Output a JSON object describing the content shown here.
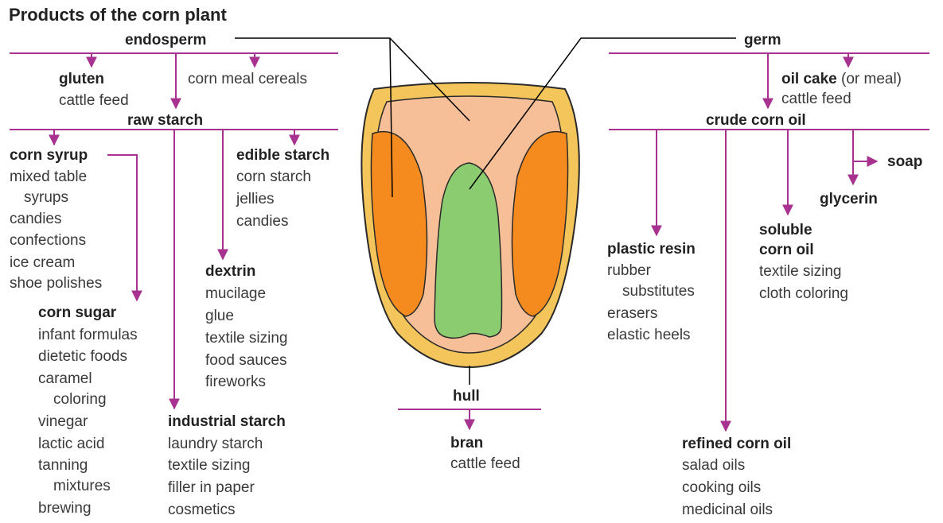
{
  "title": "Products of the corn plant",
  "colors": {
    "connector": "#a8328f",
    "pointer": "#000000",
    "hull": "#f4c55a",
    "endosperm": "#f7bf98",
    "side": "#f58a1f",
    "germ": "#8ccc71"
  },
  "endosperm": {
    "label": "endosperm",
    "gluten": {
      "label": "gluten",
      "items": [
        "cattle feed"
      ]
    },
    "corn_meal": "corn meal cereals",
    "raw_starch": {
      "label": "raw starch",
      "corn_syrup": {
        "label": "corn syrup",
        "items": [
          "mixed table",
          "syrups",
          "candies",
          "confections",
          "ice cream",
          "shoe polishes"
        ]
      },
      "corn_sugar": {
        "label": "corn sugar",
        "items": [
          "infant formulas",
          "dietetic foods",
          "caramel",
          "coloring",
          "vinegar",
          "lactic acid",
          "tanning",
          "mixtures",
          "brewing"
        ]
      },
      "edible_starch": {
        "label": "edible starch",
        "items": [
          "corn starch",
          "jellies",
          "candies"
        ]
      },
      "dextrin": {
        "label": "dextrin",
        "items": [
          "mucilage",
          "glue",
          "textile sizing",
          "food sauces",
          "fireworks"
        ]
      },
      "industrial_starch": {
        "label": "industrial starch",
        "items": [
          "laundry starch",
          "textile sizing",
          "filler in paper",
          "cosmetics"
        ]
      }
    }
  },
  "germ": {
    "label": "germ",
    "oil_cake": {
      "label": "oil cake",
      "note": "(or meal)",
      "items": [
        "cattle feed"
      ]
    },
    "crude_corn_oil": {
      "label": "crude corn oil",
      "soap": "soap",
      "glycerin": "glycerin",
      "plastic_resin": {
        "label": "plastic resin",
        "items": [
          "rubber",
          "substitutes",
          "erasers",
          "elastic heels"
        ]
      },
      "soluble_corn_oil": {
        "label": [
          "soluble",
          "corn oil"
        ],
        "items": [
          "textile sizing",
          "cloth coloring"
        ]
      },
      "refined_corn_oil": {
        "label": "refined corn oil",
        "items": [
          "salad oils",
          "cooking oils",
          "medicinal oils"
        ]
      }
    }
  },
  "hull": {
    "label": "hull",
    "bran": {
      "label": "bran",
      "items": [
        "cattle feed"
      ]
    }
  }
}
